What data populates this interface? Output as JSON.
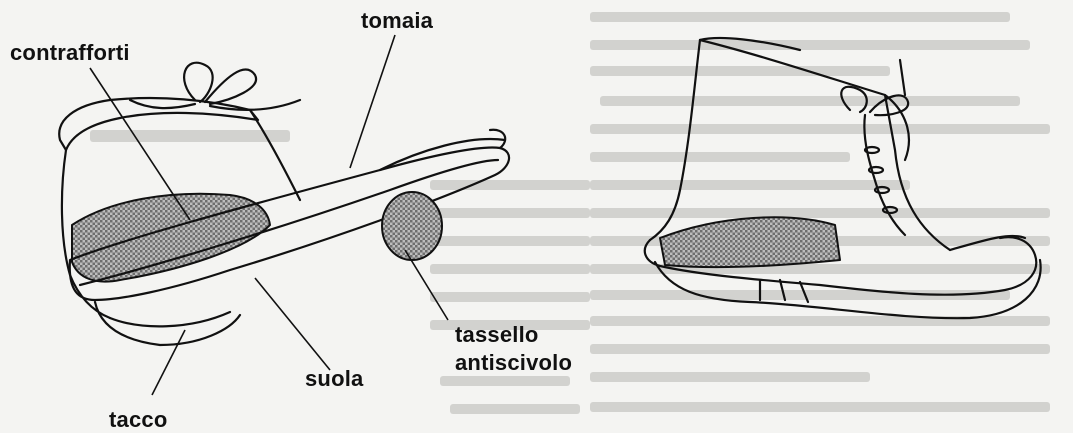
{
  "labels": {
    "tomaia": "tomaia",
    "contrafforti": "contrafforti",
    "tassello_line1": "tassello",
    "tassello_line2": "antiscivolo",
    "suola": "suola",
    "tacco": "tacco"
  },
  "colors": {
    "ink": "#111111",
    "background": "#f4f4f2",
    "ghost_text": "#c9c9c7",
    "hatch": "#8a8a8a"
  }
}
